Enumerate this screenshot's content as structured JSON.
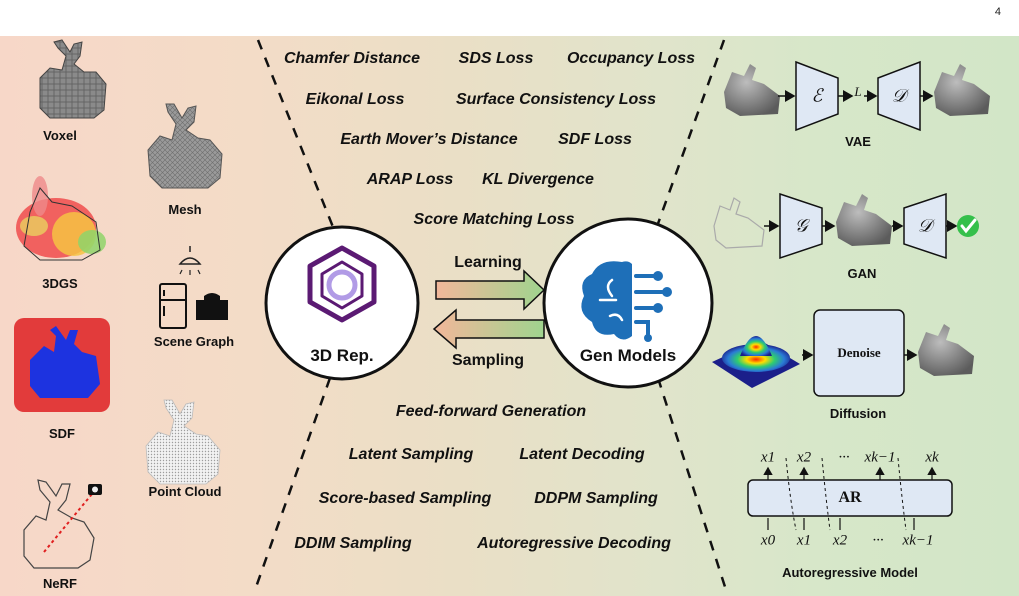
{
  "page_number": "4",
  "representations": {
    "voxel": "Voxel",
    "mesh": "Mesh",
    "3dgs": "3DGS",
    "scene_graph": "Scene Graph",
    "sdf": "SDF",
    "point_cloud": "Point Cloud",
    "nerf": "NeRF"
  },
  "learning_terms": [
    "Chamfer Distance",
    "SDS Loss",
    "Occupancy Loss",
    "Eikonal Loss",
    "Surface Consistency Loss",
    "Earth Mover’s Distance",
    "SDF Loss",
    "ARAP Loss",
    "KL Divergence",
    "Score Matching Loss"
  ],
  "sampling_terms": [
    "Feed-forward Generation",
    "Latent Sampling",
    "Latent Decoding",
    "Score-based Sampling",
    "DDPM Sampling",
    "DDIM Sampling",
    "Autoregressive Decoding"
  ],
  "center": {
    "rep_label": "3D Rep.",
    "gen_label": "Gen Models",
    "learning_label": "Learning",
    "sampling_label": "Sampling"
  },
  "models": {
    "vae": {
      "label": "VAE",
      "encoder": "ℰ",
      "latent": "L",
      "decoder": "𝒟"
    },
    "gan": {
      "label": "GAN",
      "generator": "𝒢",
      "discriminator": "𝒟"
    },
    "diffusion": {
      "label": "Diffusion",
      "box": "Denoise"
    },
    "ar": {
      "label": "Autoregressive Model",
      "box": "AR",
      "top_tokens": [
        "x1",
        "x2",
        "···",
        "xk−1",
        "xk"
      ],
      "bottom_tokens": [
        "x0",
        "x1",
        "x2",
        "···",
        "xk−1"
      ]
    }
  },
  "colors": {
    "rep_purple": "#5b1a73",
    "rep_light": "#b19be6",
    "brain_blue": "#1e6fb8",
    "check_green": "#35c04b",
    "sdf_red": "#e23b3b",
    "sdf_blue": "#1d33e0"
  }
}
